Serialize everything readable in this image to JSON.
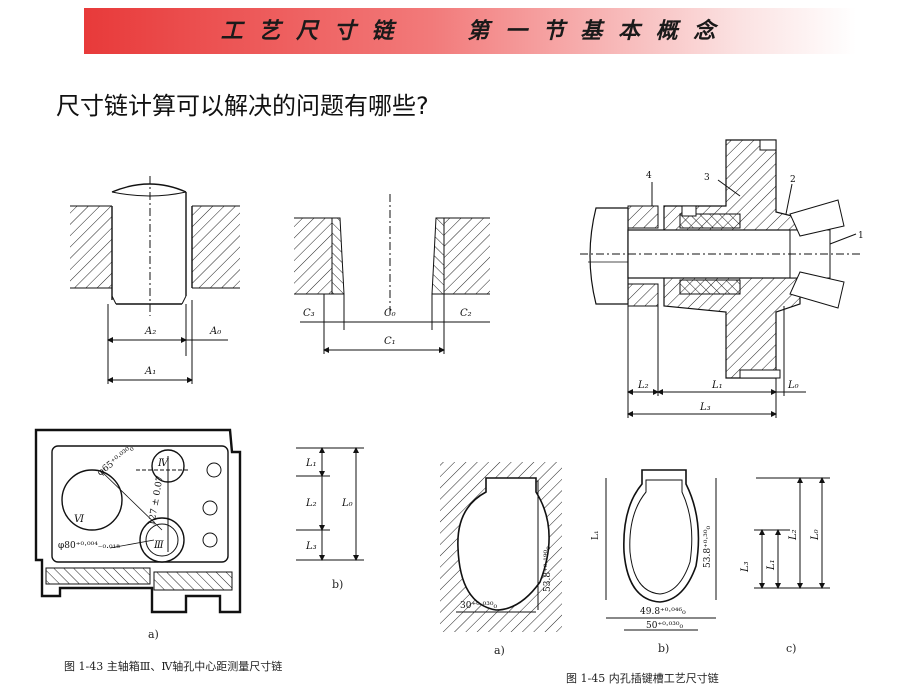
{
  "header": {
    "title": "工 艺 尺 寸 链      第 一 节 基 本 概 念"
  },
  "question": "尺寸链计算可以解决的问题有哪些?",
  "fig_shaft": {
    "labels": [
      "A₂",
      "A₀",
      "A₁"
    ]
  },
  "fig_bushing": {
    "labels": [
      "C₃",
      "C₀",
      "C₂",
      "C₁"
    ]
  },
  "fig_assembly": {
    "part_numbers": [
      "1",
      "2",
      "3",
      "4"
    ],
    "labels": [
      "L₂",
      "L₁",
      "L₀",
      "L₃"
    ]
  },
  "fig_1_43": {
    "roman": [
      "Ⅵ",
      "Ⅳ",
      "Ⅲ"
    ],
    "dim_65": "φ65⁺⁰·⁰³⁰₀",
    "dim_127": "127 ± 0.07",
    "dim_80": "φ80⁺⁰·⁰⁰⁴₋₀.₀₁₈",
    "sub_a": "a)",
    "sub_b": "b)",
    "chain": [
      "L₁",
      "L₂",
      "L₃",
      "L₀"
    ],
    "caption": "图 1-43   主轴箱Ⅲ、Ⅳ轴孔中心距测量尺寸链"
  },
  "fig_1_45": {
    "dim_a_53": "53.8⁺⁰·¹⁹⁰₀",
    "dim_a_30": "30⁺⁰·⁰³⁰₀",
    "dim_b_53": "53.8⁺⁰·³⁰₀",
    "dim_b_49": "49.8⁺⁰·⁰⁴⁶₀",
    "dim_b_50": "50⁺⁰·⁰³⁰₀",
    "chain": [
      "L₃",
      "L₁",
      "L₂",
      "L₀"
    ],
    "sub_a": "a)",
    "sub_b": "b)",
    "sub_c": "c)",
    "caption": "图 1-45   内孔插键槽工艺尺寸链"
  }
}
